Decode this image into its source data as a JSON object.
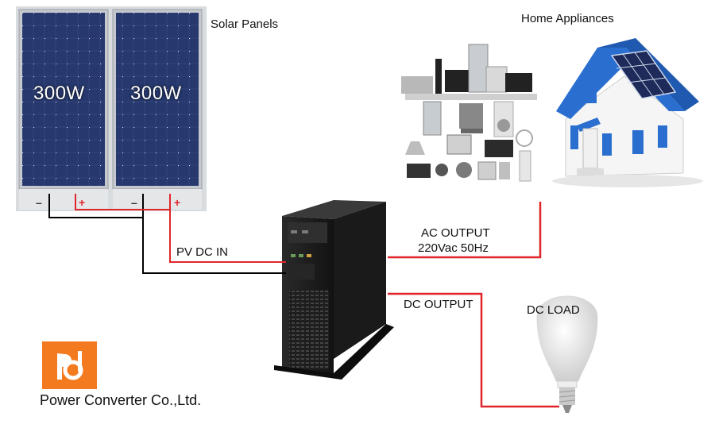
{
  "labels": {
    "solar_panels": "Solar Panels",
    "home_appliances": "Home Appliances",
    "pv_dc_in": "PV DC IN",
    "ac_output_line1": "AC OUTPUT",
    "ac_output_line2": "220Vac 50Hz",
    "dc_output": "DC OUTPUT",
    "dc_load": "DC LOAD",
    "company": "Power Converter Co.,Ltd."
  },
  "panels": [
    {
      "watt": "300W",
      "minus": "–",
      "plus": "+"
    },
    {
      "watt": "300W",
      "minus": "–",
      "plus": "+"
    }
  ],
  "colors": {
    "wire_positive": "#e0262b",
    "wire_negative": "#000000",
    "logo_orange": "#f47a20",
    "panel_cell": "#1d2a5a",
    "roof_blue": "#2a6fcf"
  },
  "icons": {
    "logo": "company-logo-icon",
    "house": "house-icon",
    "appliances": "appliances-icon",
    "bulb": "light-bulb-icon",
    "inverter": "inverter-icon"
  }
}
